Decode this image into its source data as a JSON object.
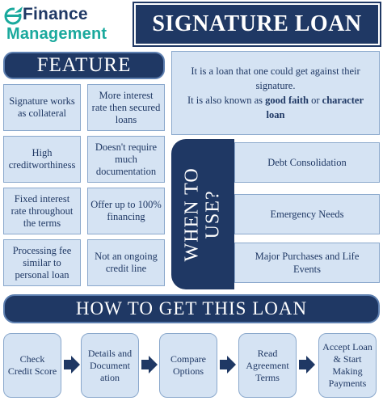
{
  "logo": {
    "line1": "Finance",
    "line2": "Management",
    "mark_color": "#1aa99d"
  },
  "title": "SIGNATURE LOAN",
  "feature_header": "FEATURE",
  "features": [
    "Signature works as collateral",
    "More interest rate then secured loans",
    "High creditworthiness",
    "Doesn't require much documentation",
    "Fixed interest rate throughout the terms",
    "Offer up to 100% financing",
    "Processing fee similar to personal loan",
    "Not an ongoing credit line"
  ],
  "definition": {
    "line1": "It is a loan that one could get against their signature.",
    "line2_prefix": "It is also known as ",
    "bold1": "good faith",
    "or": " or ",
    "bold2": "character loan"
  },
  "when_to_use": {
    "line1": "WHEN TO",
    "line2": "USE?",
    "items": [
      "Debt Consolidation",
      "Emergency Needs",
      "Major Purchases and Life Events"
    ]
  },
  "how_header": "HOW TO GET THIS LOAN",
  "steps": [
    "Check Credit Score",
    "Details and Document ation",
    "Compare Options",
    "Read Agreement Terms",
    "Accept Loan & Start Making Payments"
  ],
  "colors": {
    "navy": "#1f3864",
    "light_blue": "#d5e3f3",
    "border": "#8aa8cc",
    "teal": "#1aa99d"
  }
}
